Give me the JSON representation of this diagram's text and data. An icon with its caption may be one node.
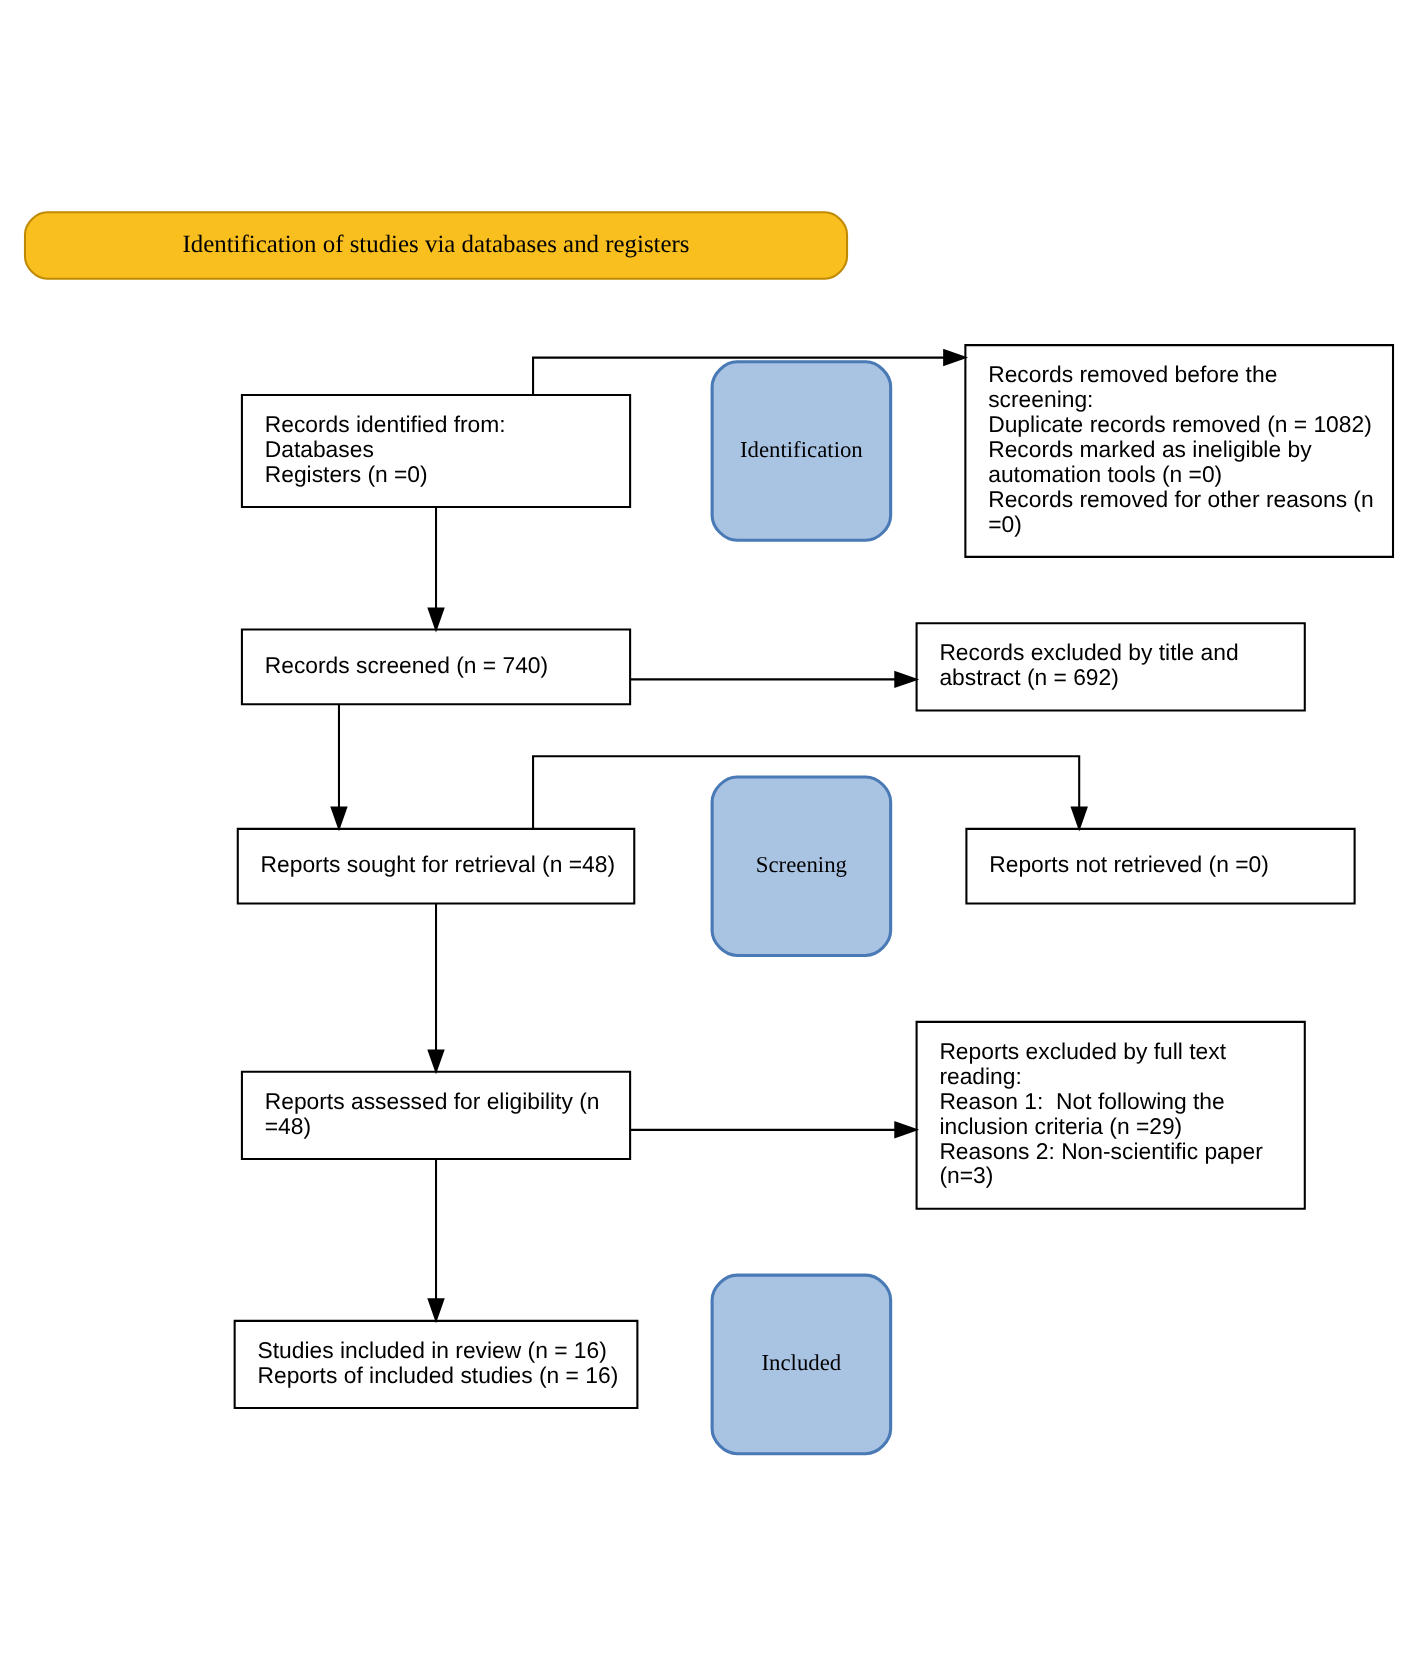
{
  "diagram": {
    "nodes": [
      {
        "text": [
          "Identification of studies via databases and registers"
        ]
      },
      {
        "text": [
          "Identification"
        ]
      },
      {
        "text": [
          "Screening"
        ]
      },
      {
        "text": [
          "Included"
        ]
      },
      {
        "text": [
          "Records identified from:",
          "Databases",
          "Registers (n =0)"
        ]
      },
      {
        "text": [
          "Records removed before the screening:",
          "Duplicate records removed (n = 1082)",
          "Records marked as ineligible by automation tools (n =0)",
          "Records removed for other reasons (n =0)"
        ]
      },
      {
        "text": [
          "Records screened (n = 740)"
        ]
      },
      {
        "text": [
          "Records excluded by title and abstract (n = 692)"
        ]
      },
      {
        "text": [
          "Reports sought for retrieval (n =48)"
        ]
      },
      {
        "text": [
          "Reports not retrieved (n =0)"
        ]
      },
      {
        "text": [
          "Reports assessed for eligibility (n =48)"
        ]
      },
      {
        "text": [
          "Reports excluded by full text reading:",
          "Reason 1:  Not following the inclusion criteria (n =29)",
          "Reasons 2: Non-scientific paper (n=3)"
        ]
      },
      {
        "text": [
          "Studies included in review (n = 16)",
          "Reports of included studies (n = 16)"
        ]
      }
    ],
    "edges": [
      {
        "from": 4,
        "to": 5,
        "arrow": "to"
      },
      {
        "from": 4,
        "to": 6,
        "arrow": "to"
      },
      {
        "from": 6,
        "to": 7,
        "arrow": "to"
      },
      {
        "from": 6,
        "to": 8,
        "arrow": "to"
      },
      {
        "from": 8,
        "to": 9,
        "arrow": "to"
      },
      {
        "from": 8,
        "to": 10,
        "arrow": "to"
      },
      {
        "from": 10,
        "to": 11,
        "arrow": "to"
      },
      {
        "from": 10,
        "to": 12,
        "arrow": "to"
      }
    ]
  }
}
